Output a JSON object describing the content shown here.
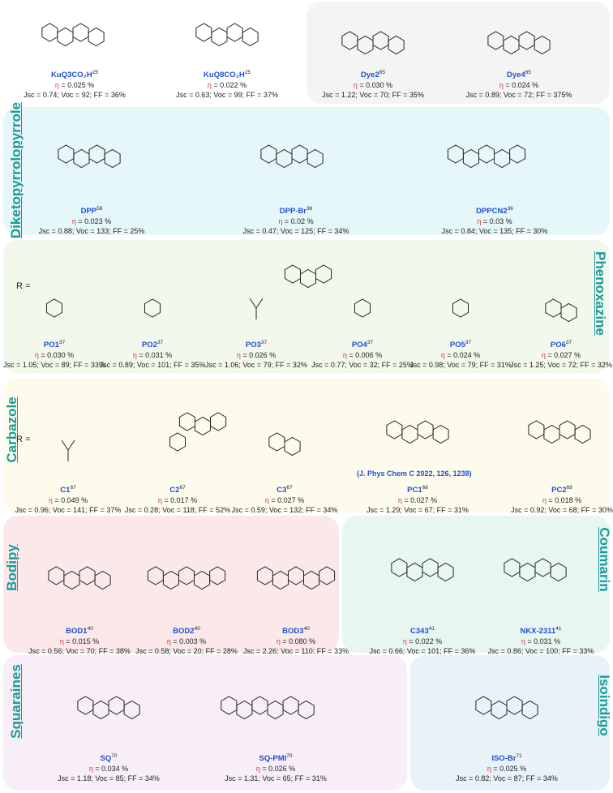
{
  "panels": {
    "top_right": {
      "color": "#f4f4f5"
    },
    "dpp": {
      "label": "Diketopyrrolopyrrole",
      "color": "#e6f7fa"
    },
    "phenoxazine": {
      "label": "Phenoxazine",
      "color": "#f3f8ec",
      "r_label": "R ="
    },
    "carbazole": {
      "label": "Carbazole",
      "color": "#fdfcec",
      "r_label": "R =",
      "citation": "(J. Phys Chem C 2022, 126, 1238)"
    },
    "bodipy": {
      "label": "Bodipy",
      "color": "#fbe9ea"
    },
    "coumarin": {
      "label": "Coumarin",
      "color": "#e7f6f1"
    },
    "squaraines": {
      "label": "Squaraines",
      "color": "#f7eef7"
    },
    "isoindigo": {
      "label": "Isoindigo",
      "color": "#e9f2f8"
    }
  },
  "colors": {
    "label": "#1a9a9a",
    "compound_name": "#1f4fd1",
    "eta": "#dd3333"
  },
  "eta_symbol": "η",
  "compounds": [
    {
      "name": "KuQ3CO₂H",
      "ref": "25",
      "eta": "= 0.025 %",
      "metrics": "Jsc = 0.74; Voc = 92; FF = 36%"
    },
    {
      "name": "KuQ8CO₂H",
      "ref": "25",
      "eta": "= 0.022 %",
      "metrics": "Jsc = 0.63; Voc = 99; FF = 37%"
    },
    {
      "name": "Dye2",
      "ref": "65",
      "eta": "= 0.030 %",
      "metrics": "Jsc = 1.22; Voc = 70; FF = 35%"
    },
    {
      "name": "Dye4",
      "ref": "65",
      "eta": "= 0.024 %",
      "metrics": "Jsc = 0.89; Voc = 72; FF = 375%"
    },
    {
      "name": "DPP",
      "ref": "58",
      "eta": "= 0.023 %",
      "metrics": "Jsc = 0.88; Voc = 133; FF = 25%"
    },
    {
      "name": "DPP-Br",
      "ref": "36",
      "eta": "= 0.02 %",
      "metrics": "Jsc = 0.47; Voc = 125; FF = 34%"
    },
    {
      "name": "DPPCN2",
      "ref": "36",
      "eta": "= 0.03 %",
      "metrics": "Jsc = 0.84; Voc = 135; FF = 30%"
    },
    {
      "name": "PO1",
      "ref": "37",
      "eta": "= 0.030 %",
      "metrics": "Jsc = 1.05; Voc = 89; FF = 33%"
    },
    {
      "name": "PO2",
      "ref": "37",
      "eta": "= 0.031 %",
      "metrics": "Jsc = 0.89; Voc = 101; FF = 35%"
    },
    {
      "name": "PO3",
      "ref": "37",
      "eta": "= 0.026 %",
      "metrics": "Jsc = 1.06; Voc = 79; FF = 32%"
    },
    {
      "name": "PO4",
      "ref": "37",
      "eta": "= 0.006 %",
      "metrics": "Jsc = 0.77; Voc = 32; FF = 25%"
    },
    {
      "name": "PO5",
      "ref": "37",
      "eta": "= 0.024 %",
      "metrics": "Jsc = 0.98; Voc = 79; FF = 31%"
    },
    {
      "name": "PO6",
      "ref": "37",
      "eta": "= 0.027 %",
      "metrics": "Jsc = 1.25; Voc = 72; FF = 32%"
    },
    {
      "name": "C1",
      "ref": "67",
      "eta": "= 0.049 %",
      "metrics": "Jsc = 0.96; Voc = 141; FF = 37%"
    },
    {
      "name": "C2",
      "ref": "67",
      "eta": "= 0.017 %",
      "metrics": "Jsc = 0.28; Voc = 118; FF = 52%"
    },
    {
      "name": "C3",
      "ref": "67",
      "eta": "= 0.027 %",
      "metrics": "Jsc = 0.59; Voc = 132; FF = 34%"
    },
    {
      "name": "PC1",
      "ref": "68",
      "eta": "= 0.027 %",
      "metrics": "Jsc = 1.29; Voc = 67; FF = 31%"
    },
    {
      "name": "PC2",
      "ref": "68",
      "eta": "= 0.018 %",
      "metrics": "Jsc = 0.92; Voc = 68; FF = 30%"
    },
    {
      "name": "BOD1",
      "ref": "40",
      "eta": "= 0.015 %",
      "metrics": "Jsc = 0.56; Voc = 70; FF = 38%"
    },
    {
      "name": "BOD2",
      "ref": "40",
      "eta": "= 0.003 %",
      "metrics": "Jsc = 0.58; Voc = 20; FF = 28%"
    },
    {
      "name": "BOD3",
      "ref": "40",
      "eta": "= 0.080 %",
      "metrics": "Jsc = 2.26; Voc = 110; FF = 33%"
    },
    {
      "name": "C343",
      "ref": "41",
      "eta": "= 0.022 %",
      "metrics": "Jsc = 0.66; Voc = 101; FF = 36%"
    },
    {
      "name": "NKX-2311",
      "ref": "41",
      "eta": "= 0.031 %",
      "metrics": "Jsc = 0.86; Voc = 100; FF = 33%"
    },
    {
      "name": "SQ",
      "ref": "70",
      "eta": "= 0.034 %",
      "metrics": "Jsc = 1.18; Voc = 85; FF = 34%"
    },
    {
      "name": "SQ-PMI",
      "ref": "70",
      "eta": "= 0.026 %",
      "metrics": "Jsc = 1.31; Voc = 65; FF = 31%"
    },
    {
      "name": "ISO-Br",
      "ref": "71",
      "eta": "= 0.025 %",
      "metrics": "Jsc = 0.82; Voc = 87; FF = 34%"
    }
  ]
}
